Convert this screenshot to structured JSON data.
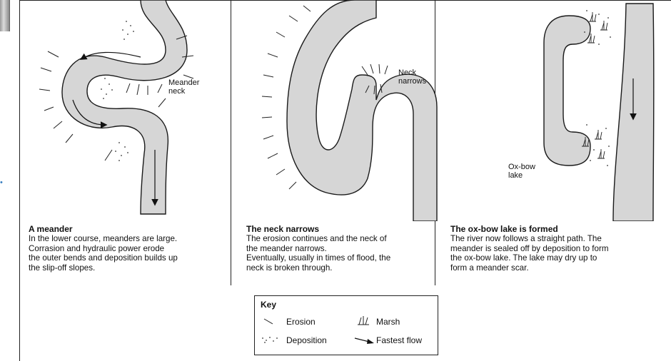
{
  "panels": [
    {
      "title": "A meander",
      "text": [
        "In the lower course, meanders are large.",
        "Corrasion and hydraulic power erode",
        "the outer bends and deposition builds up",
        "the slip-off slopes."
      ],
      "label_lines": [
        "Meander",
        "neck"
      ]
    },
    {
      "title": "The neck narrows",
      "text": [
        "The erosion continues and the neck of",
        "the meander narrows.",
        "Eventually, usually in times of  flood, the",
        "neck is broken  through."
      ],
      "label_lines": [
        "Neck",
        "narrows"
      ]
    },
    {
      "title": "The ox-bow lake is formed",
      "text": [
        "The river now follows a straight path. The",
        "meander is sealed off by deposition to form",
        "the ox-bow lake. The lake may dry up to",
        "form a meander scar."
      ],
      "label_lines": [
        "Ox-bow",
        "lake"
      ]
    }
  ],
  "key": {
    "title": "Key",
    "items": [
      {
        "symbol": "erosion-symbol",
        "label": "Erosion"
      },
      {
        "symbol": "marsh-symbol",
        "label": "Marsh"
      },
      {
        "symbol": "deposition-symbol",
        "label": "Deposition"
      },
      {
        "symbol": "fastest-flow-symbol",
        "label": "Fastest flow"
      }
    ]
  },
  "colors": {
    "river": "#d6d6d6",
    "outline": "#1a1a1a"
  }
}
